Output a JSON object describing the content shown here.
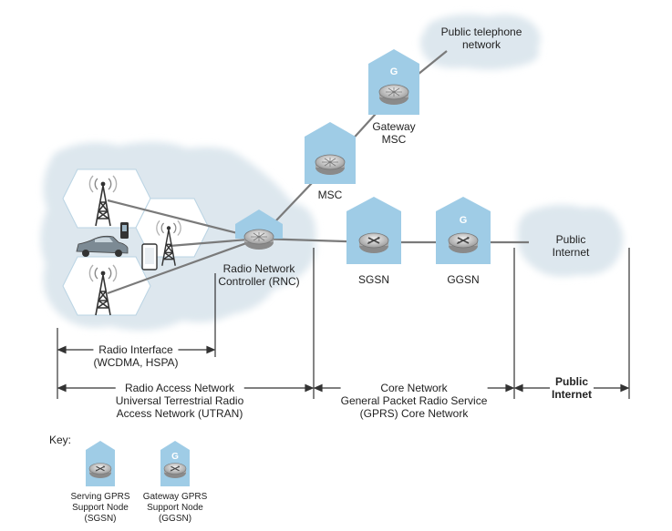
{
  "nodes": {
    "pstn": {
      "line1": "Public telephone",
      "line2": "network"
    },
    "gateway_msc": {
      "badge": "G",
      "line1": "Gateway",
      "line2": "MSC"
    },
    "msc": {
      "label": "MSC"
    },
    "rnc": {
      "line1": "Radio Network",
      "line2": "Controller (RNC)"
    },
    "sgsn": {
      "label": "SGSN"
    },
    "ggsn": {
      "badge": "G",
      "label": "GGSN"
    },
    "internet": {
      "line1": "Public",
      "line2": "Internet"
    }
  },
  "spans": {
    "radio_interface": {
      "title": "Radio Interface",
      "sub": "(WCDMA, HSPA)"
    },
    "ran": {
      "title": "Radio Access Network",
      "sub1": "Universal Terrestrial Radio",
      "sub2": "Access Network (UTRAN)"
    },
    "core": {
      "title": "Core Network",
      "sub1": "General Packet Radio Service",
      "sub2": "(GPRS) Core Network"
    },
    "public_internet": {
      "line1": "Public",
      "line2": "Internet"
    }
  },
  "key": {
    "title": "Key:",
    "sgsn": {
      "line1": "Serving GPRS",
      "line2": "Support Node",
      "line3": "(SGSN)"
    },
    "ggsn": {
      "badge": "G",
      "line1": "Gateway GPRS",
      "line2": "Support Node",
      "line3": "(GGSN)"
    }
  },
  "colors": {
    "cloud": "#dde7ee",
    "house": "#9fcce6",
    "hex_fill": "#ffffff",
    "hex_stroke": "#b9d3e3",
    "line": "#7a7a7a",
    "router": "#c9c9c9",
    "text": "#222222"
  }
}
